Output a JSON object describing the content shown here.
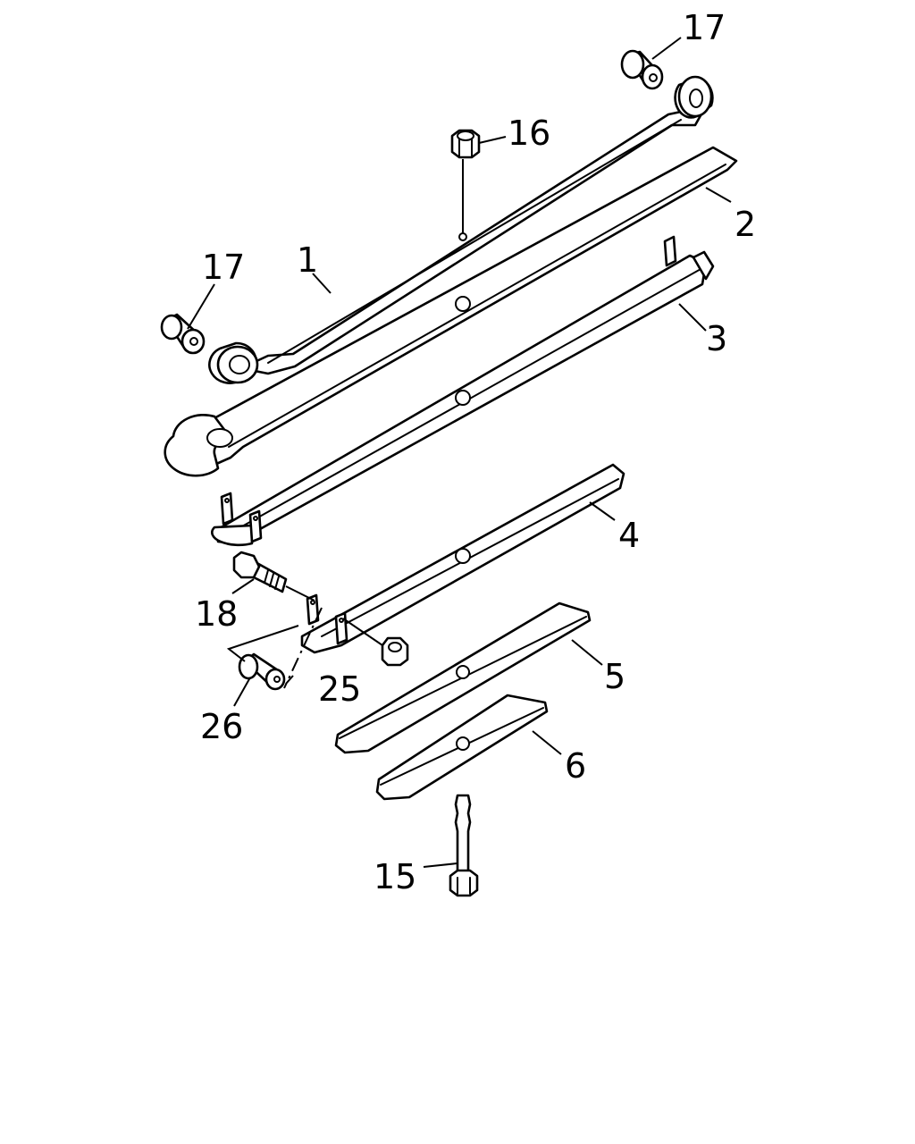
{
  "callouts": [
    {
      "id": "leaf-1",
      "label": "1"
    },
    {
      "id": "leaf-2",
      "label": "2"
    },
    {
      "id": "leaf-3",
      "label": "3"
    },
    {
      "id": "leaf-4",
      "label": "4"
    },
    {
      "id": "leaf-5",
      "label": "5"
    },
    {
      "id": "leaf-6",
      "label": "6"
    },
    {
      "id": "center-bolt",
      "label": "15"
    },
    {
      "id": "center-nut",
      "label": "16"
    },
    {
      "id": "bushing-front",
      "label": "17"
    },
    {
      "id": "bushing-rear",
      "label": "17"
    },
    {
      "id": "clip-bolt",
      "label": "18"
    },
    {
      "id": "clip-nut",
      "label": "25"
    },
    {
      "id": "clip-spacer",
      "label": "26"
    }
  ],
  "colors": {
    "line": "#000000",
    "background": "#ffffff"
  }
}
